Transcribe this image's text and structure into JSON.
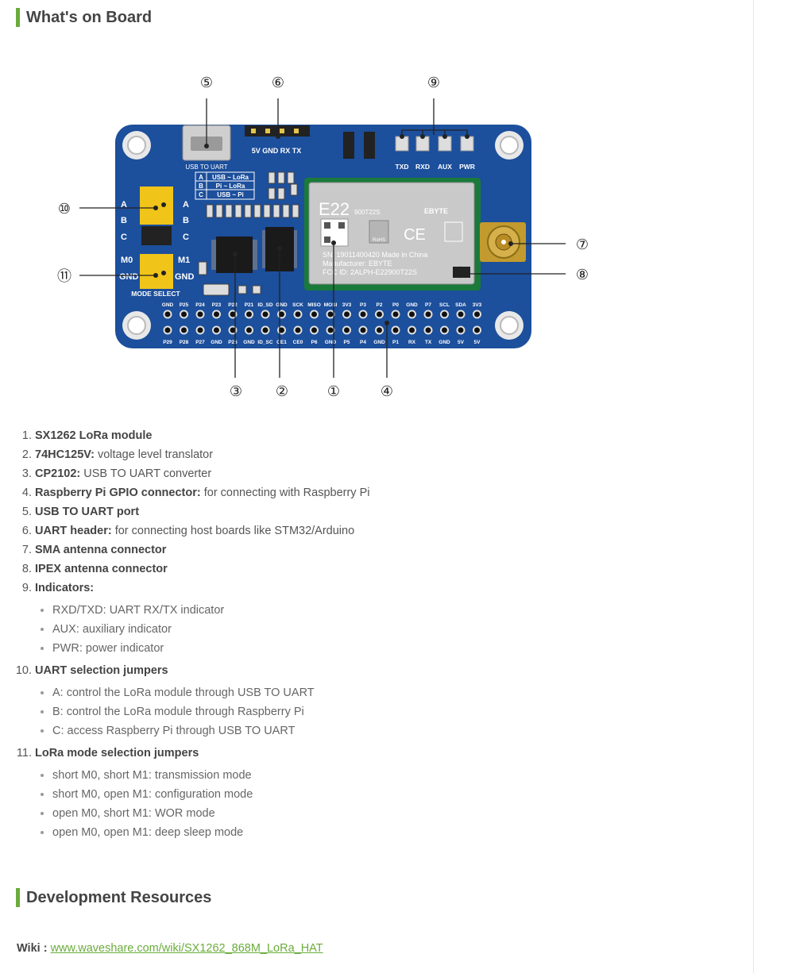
{
  "sections": {
    "whats_on_board": "What's on Board",
    "dev_resources": "Development Resources"
  },
  "board": {
    "callouts": [
      "①",
      "②",
      "③",
      "④",
      "⑤",
      "⑥",
      "⑦",
      "⑧",
      "⑨",
      "⑩",
      "⑪"
    ],
    "usb_label": "USB TO UART",
    "uart_header_label": "5V GND RX TX",
    "leds": [
      "TXD",
      "RXD",
      "AUX",
      "PWR"
    ],
    "jumper_table": [
      {
        "key": "A",
        "text": "USB ~ LoRa"
      },
      {
        "key": "B",
        "text": "Pi ~ LoRa"
      },
      {
        "key": "C",
        "text": "USB ~ Pi"
      }
    ],
    "jumper_side": {
      "a": "A",
      "b": "B",
      "c": "C",
      "m0": "M0",
      "m1": "M1",
      "gnd": "GND",
      "gnd2": "GND"
    },
    "mode_select": "MODE SELECT",
    "module": {
      "model": "E22",
      "part": "900T22S",
      "brand": "EBYTE",
      "sn": "SN: 19011400420  Made in China",
      "manufacturer": "Manufacturer: EBYTE",
      "fcc": "FCC ID: 2ALPH-E22900T22S",
      "rohs": "RoHS",
      "ce": "CE"
    },
    "gpio_top": [
      "GND",
      "P25",
      "P24",
      "P23",
      "P22",
      "P21",
      "ID_SD",
      "GND",
      "SCK",
      "MISO",
      "MOSI",
      "3V3",
      "P3",
      "P2",
      "P0",
      "GND",
      "P7",
      "SCL",
      "SDA",
      "3V3"
    ],
    "gpio_bottom": [
      "P29",
      "P28",
      "P27",
      "GND",
      "P26",
      "GND",
      "ID_SC",
      "CE1",
      "CE0",
      "P6",
      "GND",
      "P5",
      "P4",
      "GND",
      "P1",
      "RX",
      "TX",
      "GND",
      "5V",
      "5V"
    ]
  },
  "features": [
    {
      "bold": "SX1262 LoRa module",
      "rest": ""
    },
    {
      "bold": "74HC125V:",
      "rest": " voltage level translator"
    },
    {
      "bold": "CP2102:",
      "rest": " USB TO UART converter"
    },
    {
      "bold": "Raspberry Pi GPIO connector:",
      "rest": " for connecting with Raspberry Pi"
    },
    {
      "bold": "USB TO UART port",
      "rest": ""
    },
    {
      "bold": "UART header:",
      "rest": " for connecting host boards like STM32/Arduino"
    },
    {
      "bold": "SMA antenna connector",
      "rest": ""
    },
    {
      "bold": "IPEX antenna connector",
      "rest": ""
    },
    {
      "bold": "Indicators:",
      "rest": "",
      "sub": [
        "RXD/TXD: UART RX/TX indicator",
        "AUX: auxiliary indicator",
        "PWR: power indicator"
      ]
    },
    {
      "bold": "UART selection jumpers",
      "rest": "",
      "sub": [
        "A: control the LoRa module through USB TO UART",
        "B: control the LoRa module through Raspberry Pi",
        "C: access Raspberry Pi through USB TO UART"
      ]
    },
    {
      "bold": "LoRa mode selection jumpers",
      "rest": "",
      "sub": [
        "short M0, short M1: transmission mode",
        "short M0, open M1: configuration mode",
        "open M0, short M1: WOR mode",
        "open M0, open M1: deep sleep mode"
      ]
    }
  ],
  "wiki": {
    "label": "Wiki :",
    "link": "www.waveshare.com/wiki/SX1262_868M_LoRa_HAT"
  }
}
